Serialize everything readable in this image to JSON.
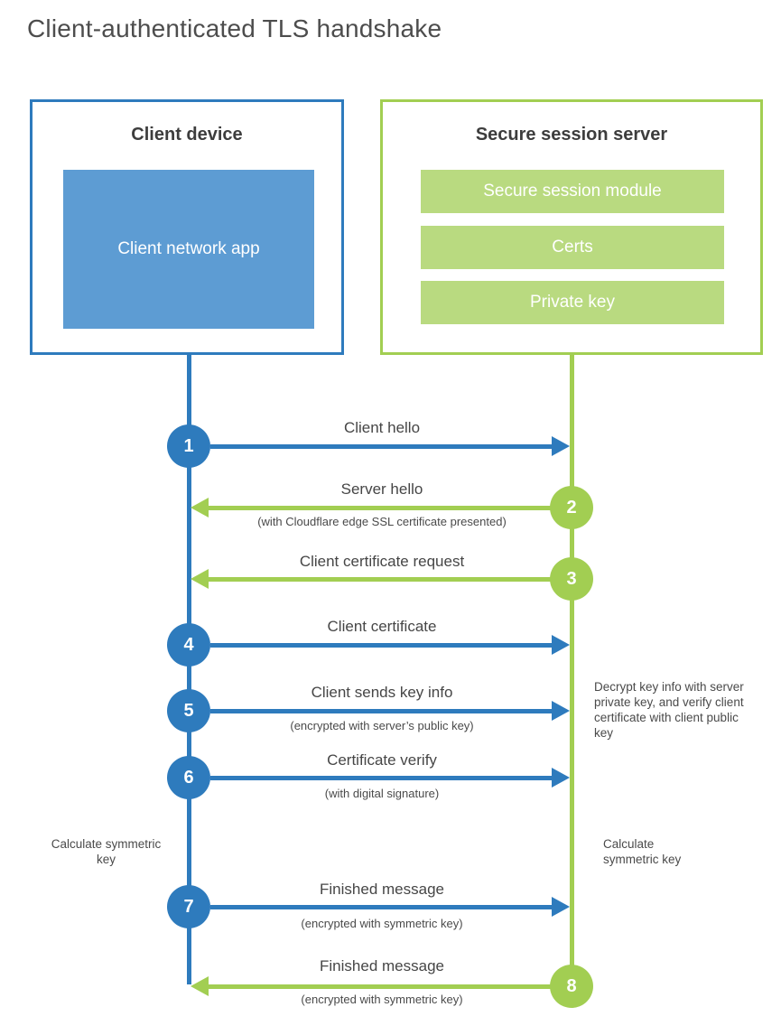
{
  "title": "Client-authenticated TLS handshake",
  "colors": {
    "blue_accent": "#2e7bbd",
    "blue_fill": "#5d9cd3",
    "green_accent": "#a2ce52",
    "green_fill": "#b9da80",
    "heading_text": "#3d3d3d",
    "label_text": "#464646"
  },
  "client_box": {
    "heading": "Client device",
    "app_label": "Client network app"
  },
  "server_box": {
    "heading": "Secure session server",
    "modules": [
      {
        "label": "Secure session module"
      },
      {
        "label": "Certs"
      },
      {
        "label": "Private key"
      }
    ]
  },
  "flows": [
    {
      "num": "1",
      "label": "Client hello",
      "sub": "",
      "direction": "right",
      "color": "blue"
    },
    {
      "num": "2",
      "label": "Server hello",
      "sub": "(with Cloudflare edge SSL certificate presented)",
      "direction": "left",
      "color": "green"
    },
    {
      "num": "3",
      "label": "Client certificate request",
      "sub": "",
      "direction": "left",
      "color": "green"
    },
    {
      "num": "4",
      "label": "Client certificate",
      "sub": "",
      "direction": "right",
      "color": "blue"
    },
    {
      "num": "5",
      "label": "Client sends key info",
      "sub": "(encrypted with server’s public key)",
      "direction": "right",
      "color": "blue"
    },
    {
      "num": "6",
      "label": "Certificate verify",
      "sub": "(with digital signature)",
      "direction": "right",
      "color": "blue"
    },
    {
      "num": "7",
      "label": "Finished message",
      "sub": "(encrypted with symmetric key)",
      "direction": "right",
      "color": "blue"
    },
    {
      "num": "8",
      "label": "Finished message",
      "sub": "(encrypted with symmetric key)",
      "direction": "left",
      "color": "green"
    }
  ],
  "notes": {
    "decrypt": "Decrypt key info with server private key, and verify client certificate with client public key",
    "calc_left": "Calculate symmetric key",
    "calc_right": "Calculate symmetric key"
  }
}
